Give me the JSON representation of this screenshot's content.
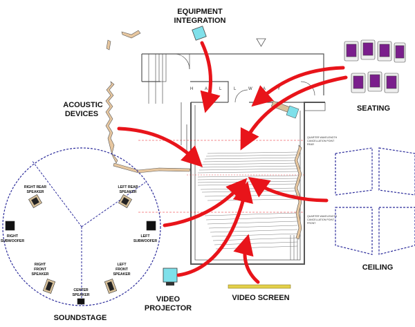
{
  "labels": {
    "equipment": [
      "EQUIPMENT",
      "INTEGRATION"
    ],
    "acoustic": [
      "ACOUSTIC",
      "DEVICES"
    ],
    "seating": "SEATING",
    "ceiling": "CEILING",
    "soundstage": "SOUNDSTAGE",
    "projector": [
      "VIDEO",
      "PROJECTOR"
    ],
    "screen": "VIDEO SCREEN"
  },
  "speakers": {
    "right_rear": [
      "RIGHT REAR",
      "SPEAKER"
    ],
    "left_rear": [
      "LEFT REAR",
      "SPEAKER"
    ],
    "right_sub": [
      "RIGHT",
      "SUBWOOFER"
    ],
    "left_sub": [
      "LEFT",
      "SUBWOOFER"
    ],
    "right_front": [
      "RIGHT",
      "FRONT",
      "SPEAKER"
    ],
    "left_front": [
      "LEFT",
      "FRONT",
      "SPEAKER"
    ],
    "center": [
      "CENTER",
      "SPEAKER"
    ]
  },
  "hallway_letters": [
    "H",
    "A",
    "L",
    "L",
    "W",
    "A",
    "Y"
  ],
  "notes": {
    "upper": [
      "QUARTER WAVELENGTH",
      "CANCELLATION POINT",
      "REAR"
    ],
    "lower": [
      "QUARTER WAVELENGTH",
      "CANCELLATION POINT",
      "FRONT"
    ]
  },
  "colors": {
    "arrow": "#e8141a",
    "seat": "#7a1e8c",
    "equipment": "#7fe0ea",
    "dashed": "#2a2a9a",
    "screen": "#e3d04a",
    "wall": "#555555"
  }
}
